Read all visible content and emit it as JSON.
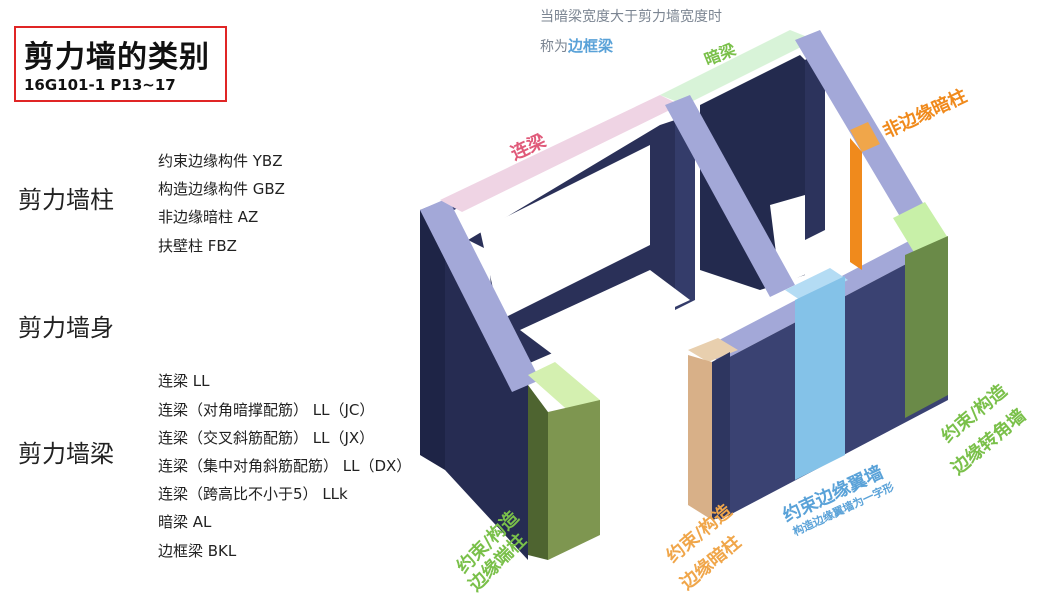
{
  "title": {
    "main": "剪力墙的类别",
    "sub": "16G101-1  P13~17"
  },
  "categories": [
    {
      "name": "剪力墙柱",
      "items": [
        "约束边缘构件 YBZ",
        "构造边缘构件 GBZ",
        "非边缘暗柱 AZ",
        "扶壁柱 FBZ"
      ]
    },
    {
      "name": "剪力墙身",
      "items": []
    },
    {
      "name": "剪力墙梁",
      "items": [
        "连梁 LL",
        "连梁（对角暗撑配筋） LL（JC）",
        "连梁（交叉斜筋配筋） LL（JX）",
        "连梁（集中对角斜筋配筋） LL（DX）",
        "连梁（跨高比不小于5） LLk",
        "暗梁 AL",
        "边框梁 BKL"
      ]
    }
  ],
  "note": {
    "line1": "当暗梁宽度大于剪力墙宽度时",
    "line2_prefix": "称为",
    "line2_highlight": "边框梁"
  },
  "diagram_labels": {
    "dark_beam": "暗梁",
    "coupling_beam": "连梁",
    "non_edge_column": "非边缘暗柱",
    "edge_end_column_1": "约束/构造",
    "edge_end_column_2": "边缘端柱",
    "edge_hidden_column_1": "约束/构造",
    "edge_hidden_column_2": "边缘暗柱",
    "flange_wall": "约束边缘翼墙",
    "flange_wall_sub": "构造边缘翼墙为一字形",
    "corner_wall_1": "约束/构造",
    "corner_wall_2": "边缘转角墙"
  },
  "colors": {
    "title_border": "#e02525",
    "wall_dark": "#2e3660",
    "wall_top": "#a3a8d8",
    "coupling_beam": "#efd4e4",
    "dark_beam": "#d8f3d8",
    "non_edge_column": "#f08a1c",
    "end_column": "#7e9650",
    "hidden_column": "#d8b088",
    "flange_wall": "#84c2e8",
    "corner_wall": "#6a8a48",
    "label_pink": "#e05a7a",
    "label_green": "#7ac04a",
    "label_orange": "#f08a1c",
    "label_blue": "#5aa2d8"
  }
}
